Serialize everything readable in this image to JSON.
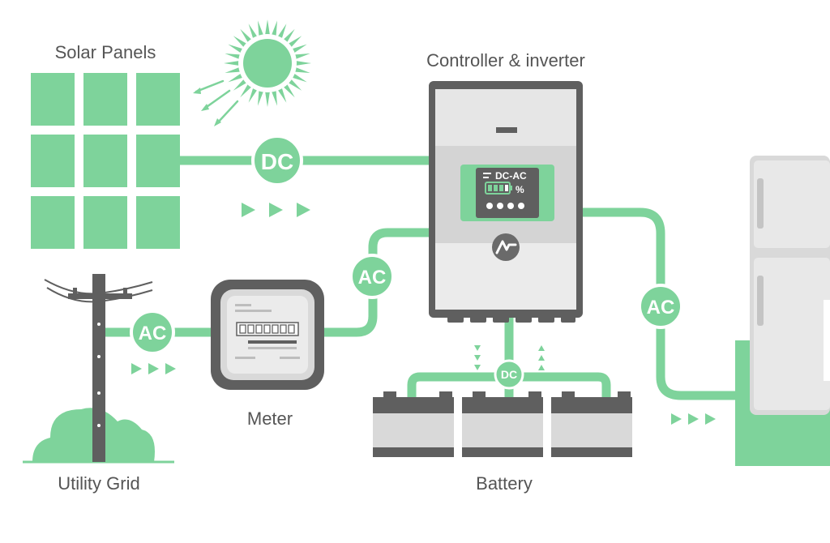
{
  "labels": {
    "solar_panels": "Solar Panels",
    "controller": "Controller & inverter",
    "meter": "Meter",
    "utility_grid": "Utility Grid",
    "battery": "Battery"
  },
  "badges": {
    "dc_solar": "DC",
    "ac_grid": "AC",
    "ac_meter": "AC",
    "ac_load": "AC",
    "dc_battery": "DC"
  },
  "display": {
    "mode": "DC-AC",
    "battery_unit": "%"
  },
  "colors": {
    "accent_green": "#7ed39b",
    "dark_gray": "#5f5f5f",
    "panel_gray": "#d9d9d9",
    "text_gray": "#555555"
  }
}
